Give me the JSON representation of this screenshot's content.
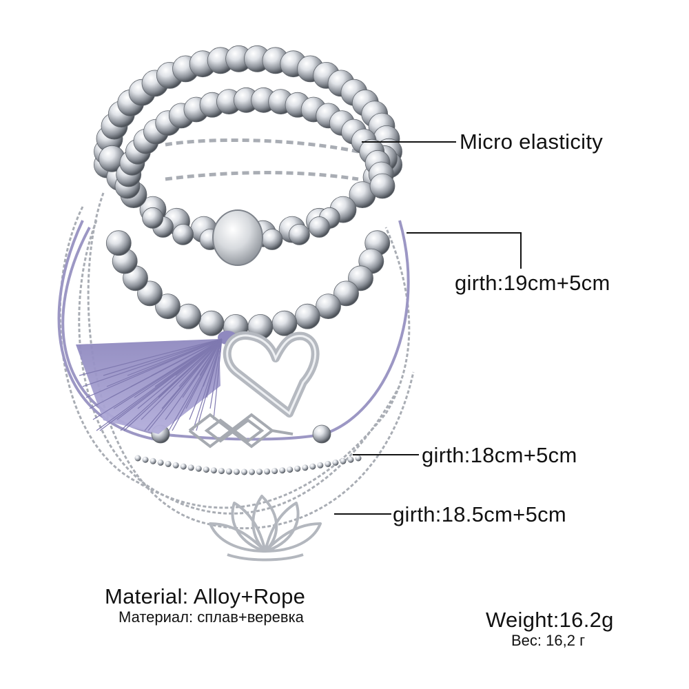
{
  "labels": {
    "micro": "Micro elasticity",
    "girth1": "girth:19cm+5cm",
    "girth2": "girth:18cm+5cm",
    "girth3": "girth:18.5cm+5cm"
  },
  "material": {
    "en": "Material: Alloy+Rope",
    "ru": "Материал: сплав+веревка"
  },
  "weight": {
    "en": "Weight:16.2g",
    "ru": "Вес: 16,2 г"
  },
  "colors": {
    "silver": "#c9ccd2",
    "silver_dark": "#7e838b",
    "rope": "#9c97c4",
    "tassel": "#a7a2d1",
    "line": "#111111"
  }
}
